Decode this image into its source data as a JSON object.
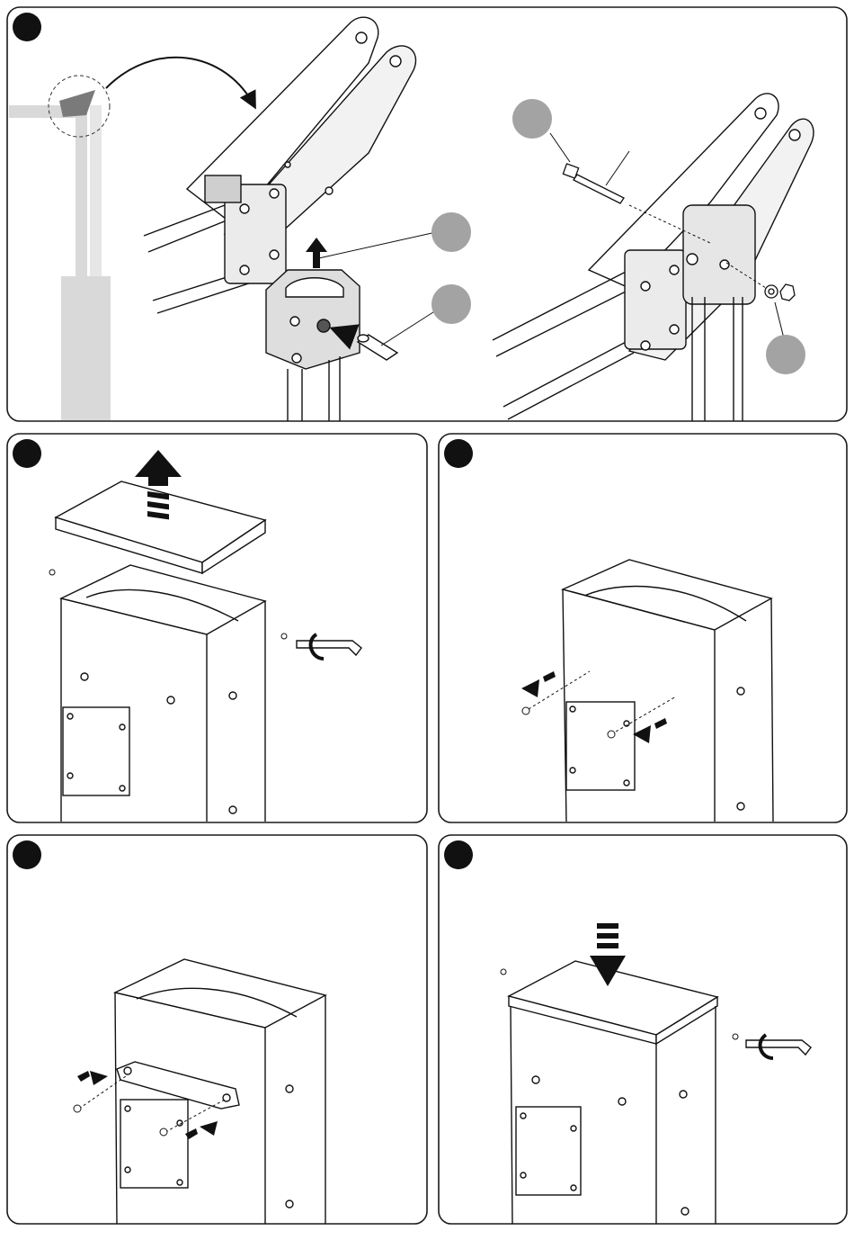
{
  "document": {
    "kind": "assembly-instructions",
    "panels": [
      {
        "id": "panel-1",
        "step_marker": "",
        "callouts": [
          "",
          "",
          "",
          ""
        ]
      },
      {
        "id": "panel-2",
        "step_marker": ""
      },
      {
        "id": "panel-3",
        "step_marker": ""
      },
      {
        "id": "panel-4",
        "step_marker": ""
      },
      {
        "id": "panel-5",
        "step_marker": ""
      }
    ]
  },
  "colors": {
    "panel_border": "#1a1a1a",
    "callout_grey": "#a3a3a3",
    "highlight_grey": "#d9d9d9",
    "line": "#111111"
  }
}
